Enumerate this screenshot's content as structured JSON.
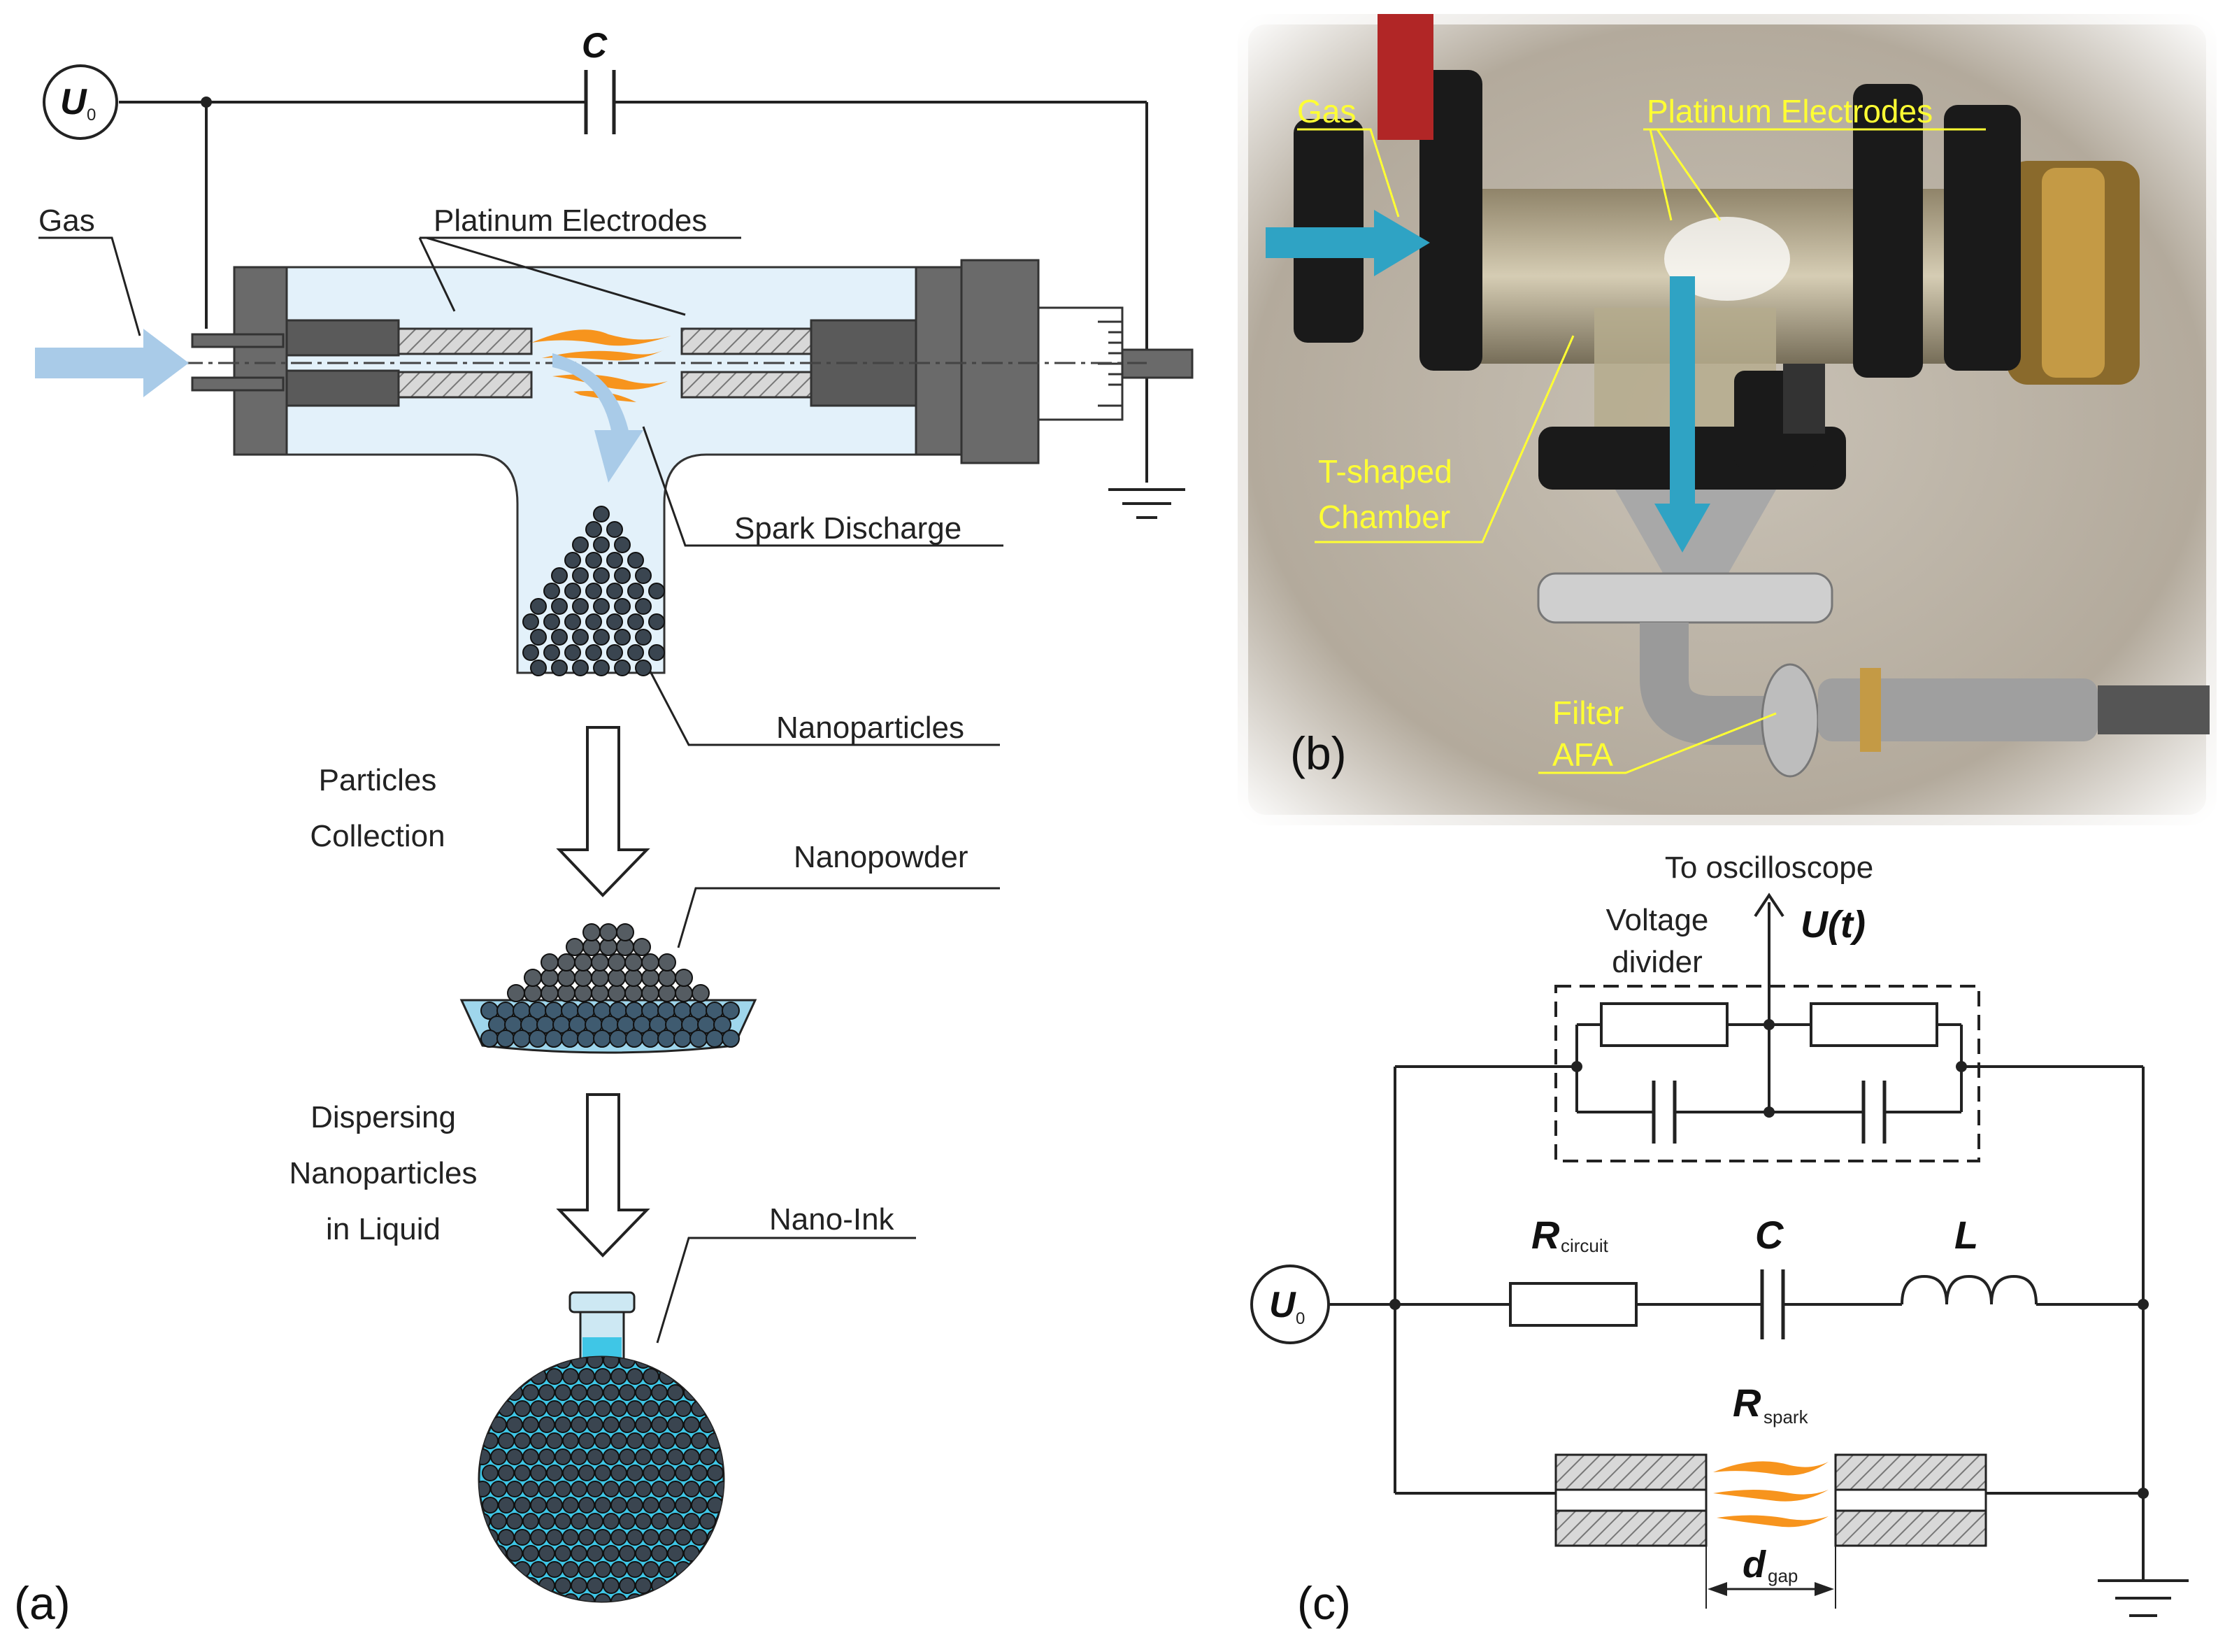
{
  "panel_a": {
    "label": "(a)",
    "source": {
      "symbol": "U",
      "sub": "0"
    },
    "capacitor": "C",
    "gas": "Gas",
    "electrodes": "Platinum Electrodes",
    "spark": "Spark Discharge",
    "nanoparticles": "Nanoparticles",
    "collection": [
      "Particles",
      "Collection"
    ],
    "nanopowder": "Nanopowder",
    "dispersing": [
      "Dispersing",
      "Nanoparticles",
      "in Liquid"
    ],
    "nanoink": "Nano-Ink"
  },
  "panel_b": {
    "label": "(b)",
    "gas": "Gas",
    "electrodes": "Platinum Electrodes",
    "chamber": [
      "T-shaped",
      "Chamber"
    ],
    "filter": [
      "Filter",
      "AFA"
    ]
  },
  "panel_c": {
    "label": "(c)",
    "oscilloscope": "To oscilloscope",
    "ut": "U(t)",
    "divider": [
      "Voltage",
      "divider"
    ],
    "source": {
      "symbol": "U",
      "sub": "0"
    },
    "r_circuit": {
      "symbol": "R",
      "sub": "circuit"
    },
    "c": "C",
    "l": "L",
    "r_spark": {
      "symbol": "R",
      "sub": "spark"
    },
    "d_gap": {
      "symbol": "d",
      "sub": "gap"
    }
  },
  "colors": {
    "chamber_fill": "#e3f1fa",
    "electrode_dark": "#5a5a5a",
    "gas_arrow": "#a9cbe8",
    "spark": "#f7941d",
    "particle": "#3a4550",
    "ink": "#3fc6e6",
    "label_yellow": "#ffff33",
    "photo_arrow": "#2fa3c4"
  }
}
